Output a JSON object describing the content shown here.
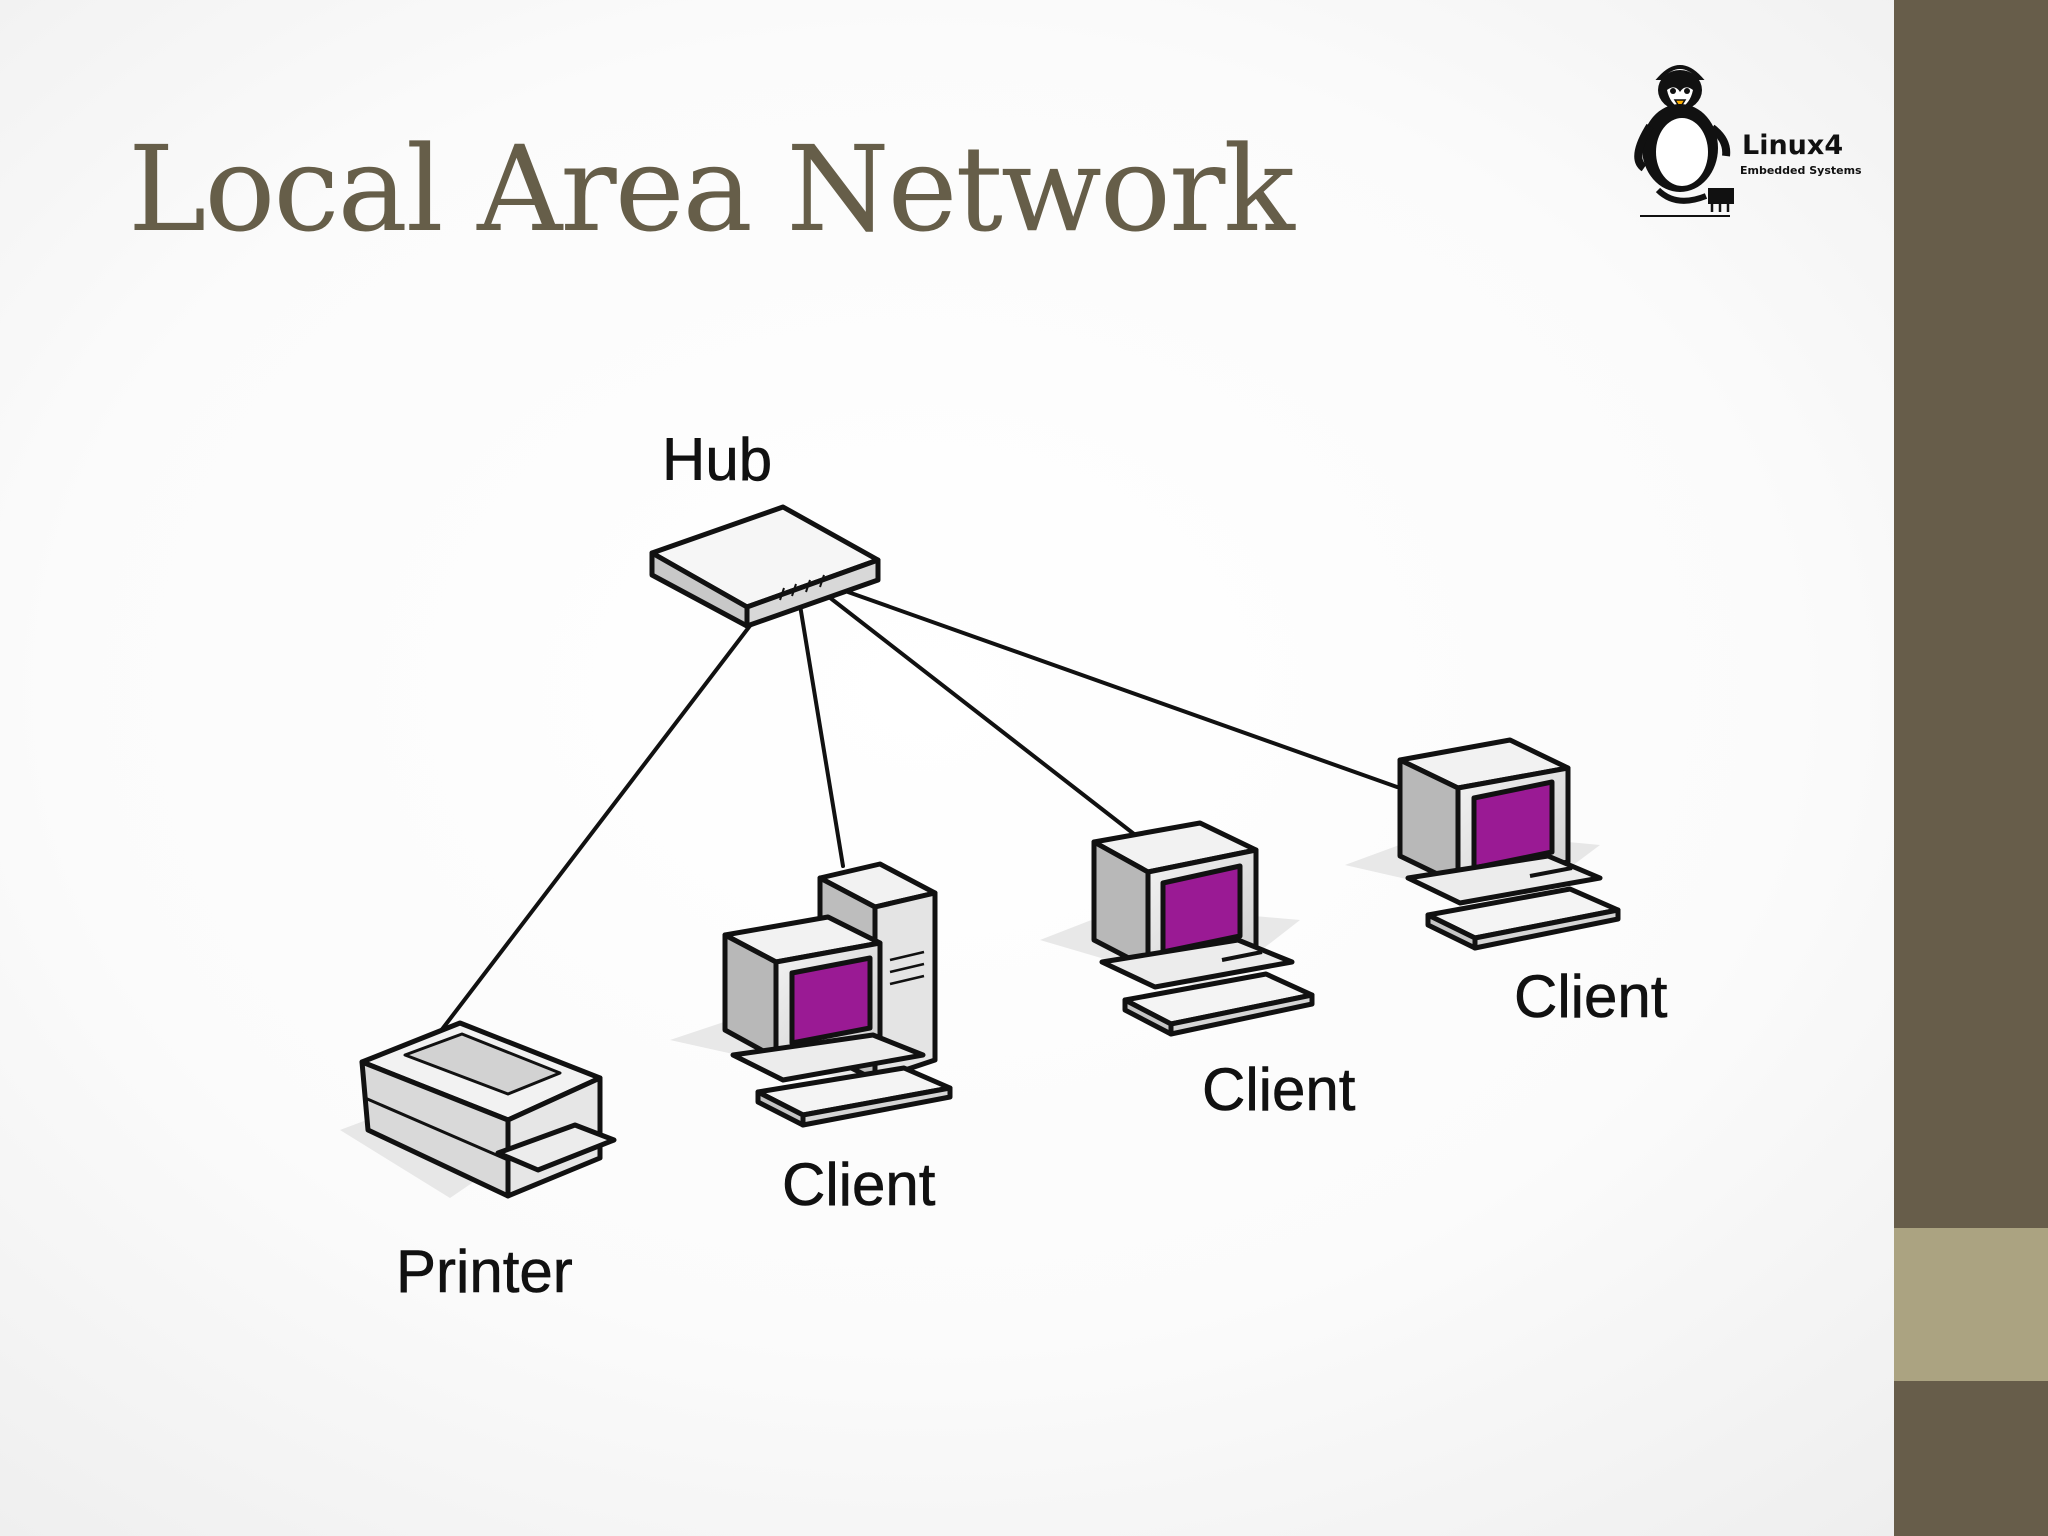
{
  "slide": {
    "title": "Local Area Network",
    "logo": {
      "name": "linux4-logo",
      "brand": "Linux4",
      "tagline": "Embedded Systems",
      "icon": "penguin-icon"
    }
  },
  "diagram": {
    "hub": {
      "label": "Hub",
      "icon": "hub-icon"
    },
    "printer": {
      "label": "Printer",
      "icon": "printer-icon"
    },
    "clients": [
      {
        "label": "Client",
        "icon": "tower-computer-icon"
      },
      {
        "label": "Client",
        "icon": "desktop-computer-icon"
      },
      {
        "label": "Client",
        "icon": "desktop-computer-icon"
      }
    ],
    "connections": [
      "Hub–Printer",
      "Hub–Client",
      "Hub–Client",
      "Hub–Client"
    ]
  },
  "colors": {
    "accent_dark": "#675d4a",
    "accent_light": "#aba381",
    "title": "#665e49",
    "screen": "#9a1a94"
  }
}
